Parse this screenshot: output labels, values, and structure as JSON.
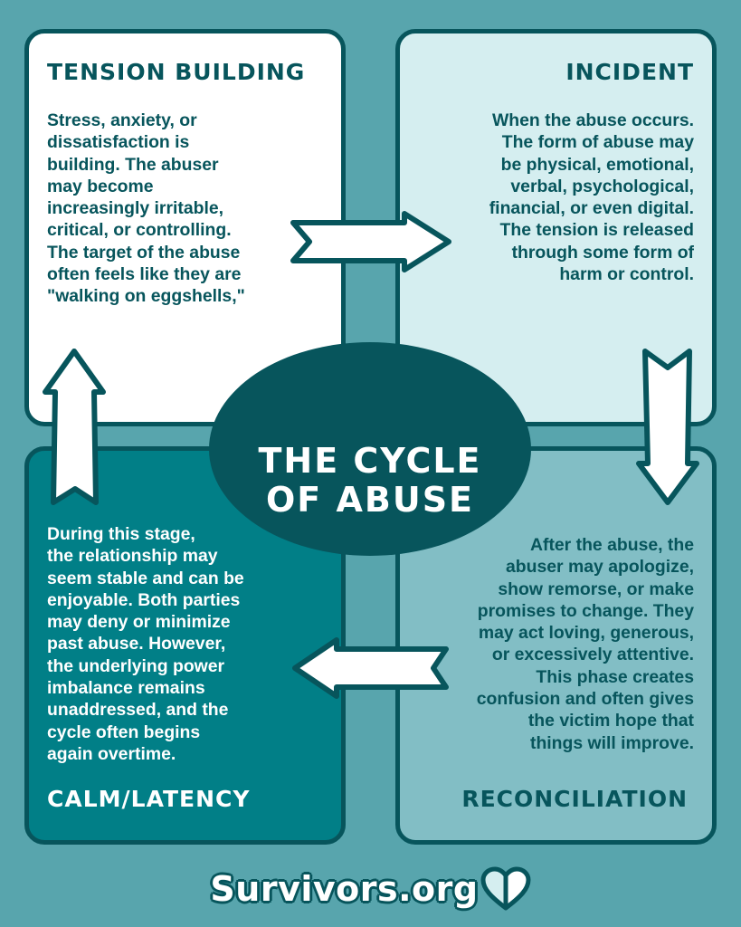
{
  "colors": {
    "background": "#58a5ad",
    "outline": "#07555c",
    "tension_box": "#ffffff",
    "incident_box": "#d5eef0",
    "calm_box": "#017f87",
    "reconciliation_box": "#82bec5",
    "center_ellipse": "#07555c",
    "arrow_fill": "#ffffff"
  },
  "center": {
    "title_line1": "THE CYCLE",
    "title_line2": "OF ABUSE"
  },
  "stages": {
    "tension_building": {
      "title": "TENSION BUILDING",
      "lines": [
        "Stress, anxiety, or",
        "dissatisfaction is",
        "building. The abuser",
        "may become",
        "increasingly irritable,",
        "critical, or controlling.",
        "The target of the abuse",
        "often feels like they are",
        "\"walking on eggshells,\""
      ]
    },
    "incident": {
      "title": "INCIDENT",
      "lines": [
        "When the abuse occurs.",
        "The form of abuse may",
        "be physical, emotional,",
        "verbal, psychological,",
        "financial, or even digital.",
        "The tension is released",
        "through some form of",
        "harm or control."
      ]
    },
    "reconciliation": {
      "title": "RECONCILIATION",
      "lines": [
        "After the abuse, the",
        "abuser may apologize,",
        "show remorse, or make",
        "promises to change. They",
        "may act loving, generous,",
        "or excessively attentive.",
        "This phase creates",
        "confusion and often gives",
        "the victim hope that",
        "things will improve."
      ]
    },
    "calm_latency": {
      "title": "CALM/LATENCY",
      "lines": [
        "During this stage,",
        "the relationship may",
        "seem stable and can be",
        "enjoyable. Both parties",
        "may deny or minimize",
        "past abuse. However,",
        "the underlying power",
        "imbalance remains",
        "unaddressed, and the",
        "cycle often begins",
        "again overtime."
      ]
    }
  },
  "arrows": [
    {
      "from": "tension_building",
      "to": "incident",
      "direction": "right"
    },
    {
      "from": "incident",
      "to": "reconciliation",
      "direction": "down"
    },
    {
      "from": "reconciliation",
      "to": "calm_latency",
      "direction": "left"
    },
    {
      "from": "calm_latency",
      "to": "tension_building",
      "direction": "up"
    }
  ],
  "footer": {
    "logo_text": "Survivors.org",
    "icon": "heart-icon"
  }
}
